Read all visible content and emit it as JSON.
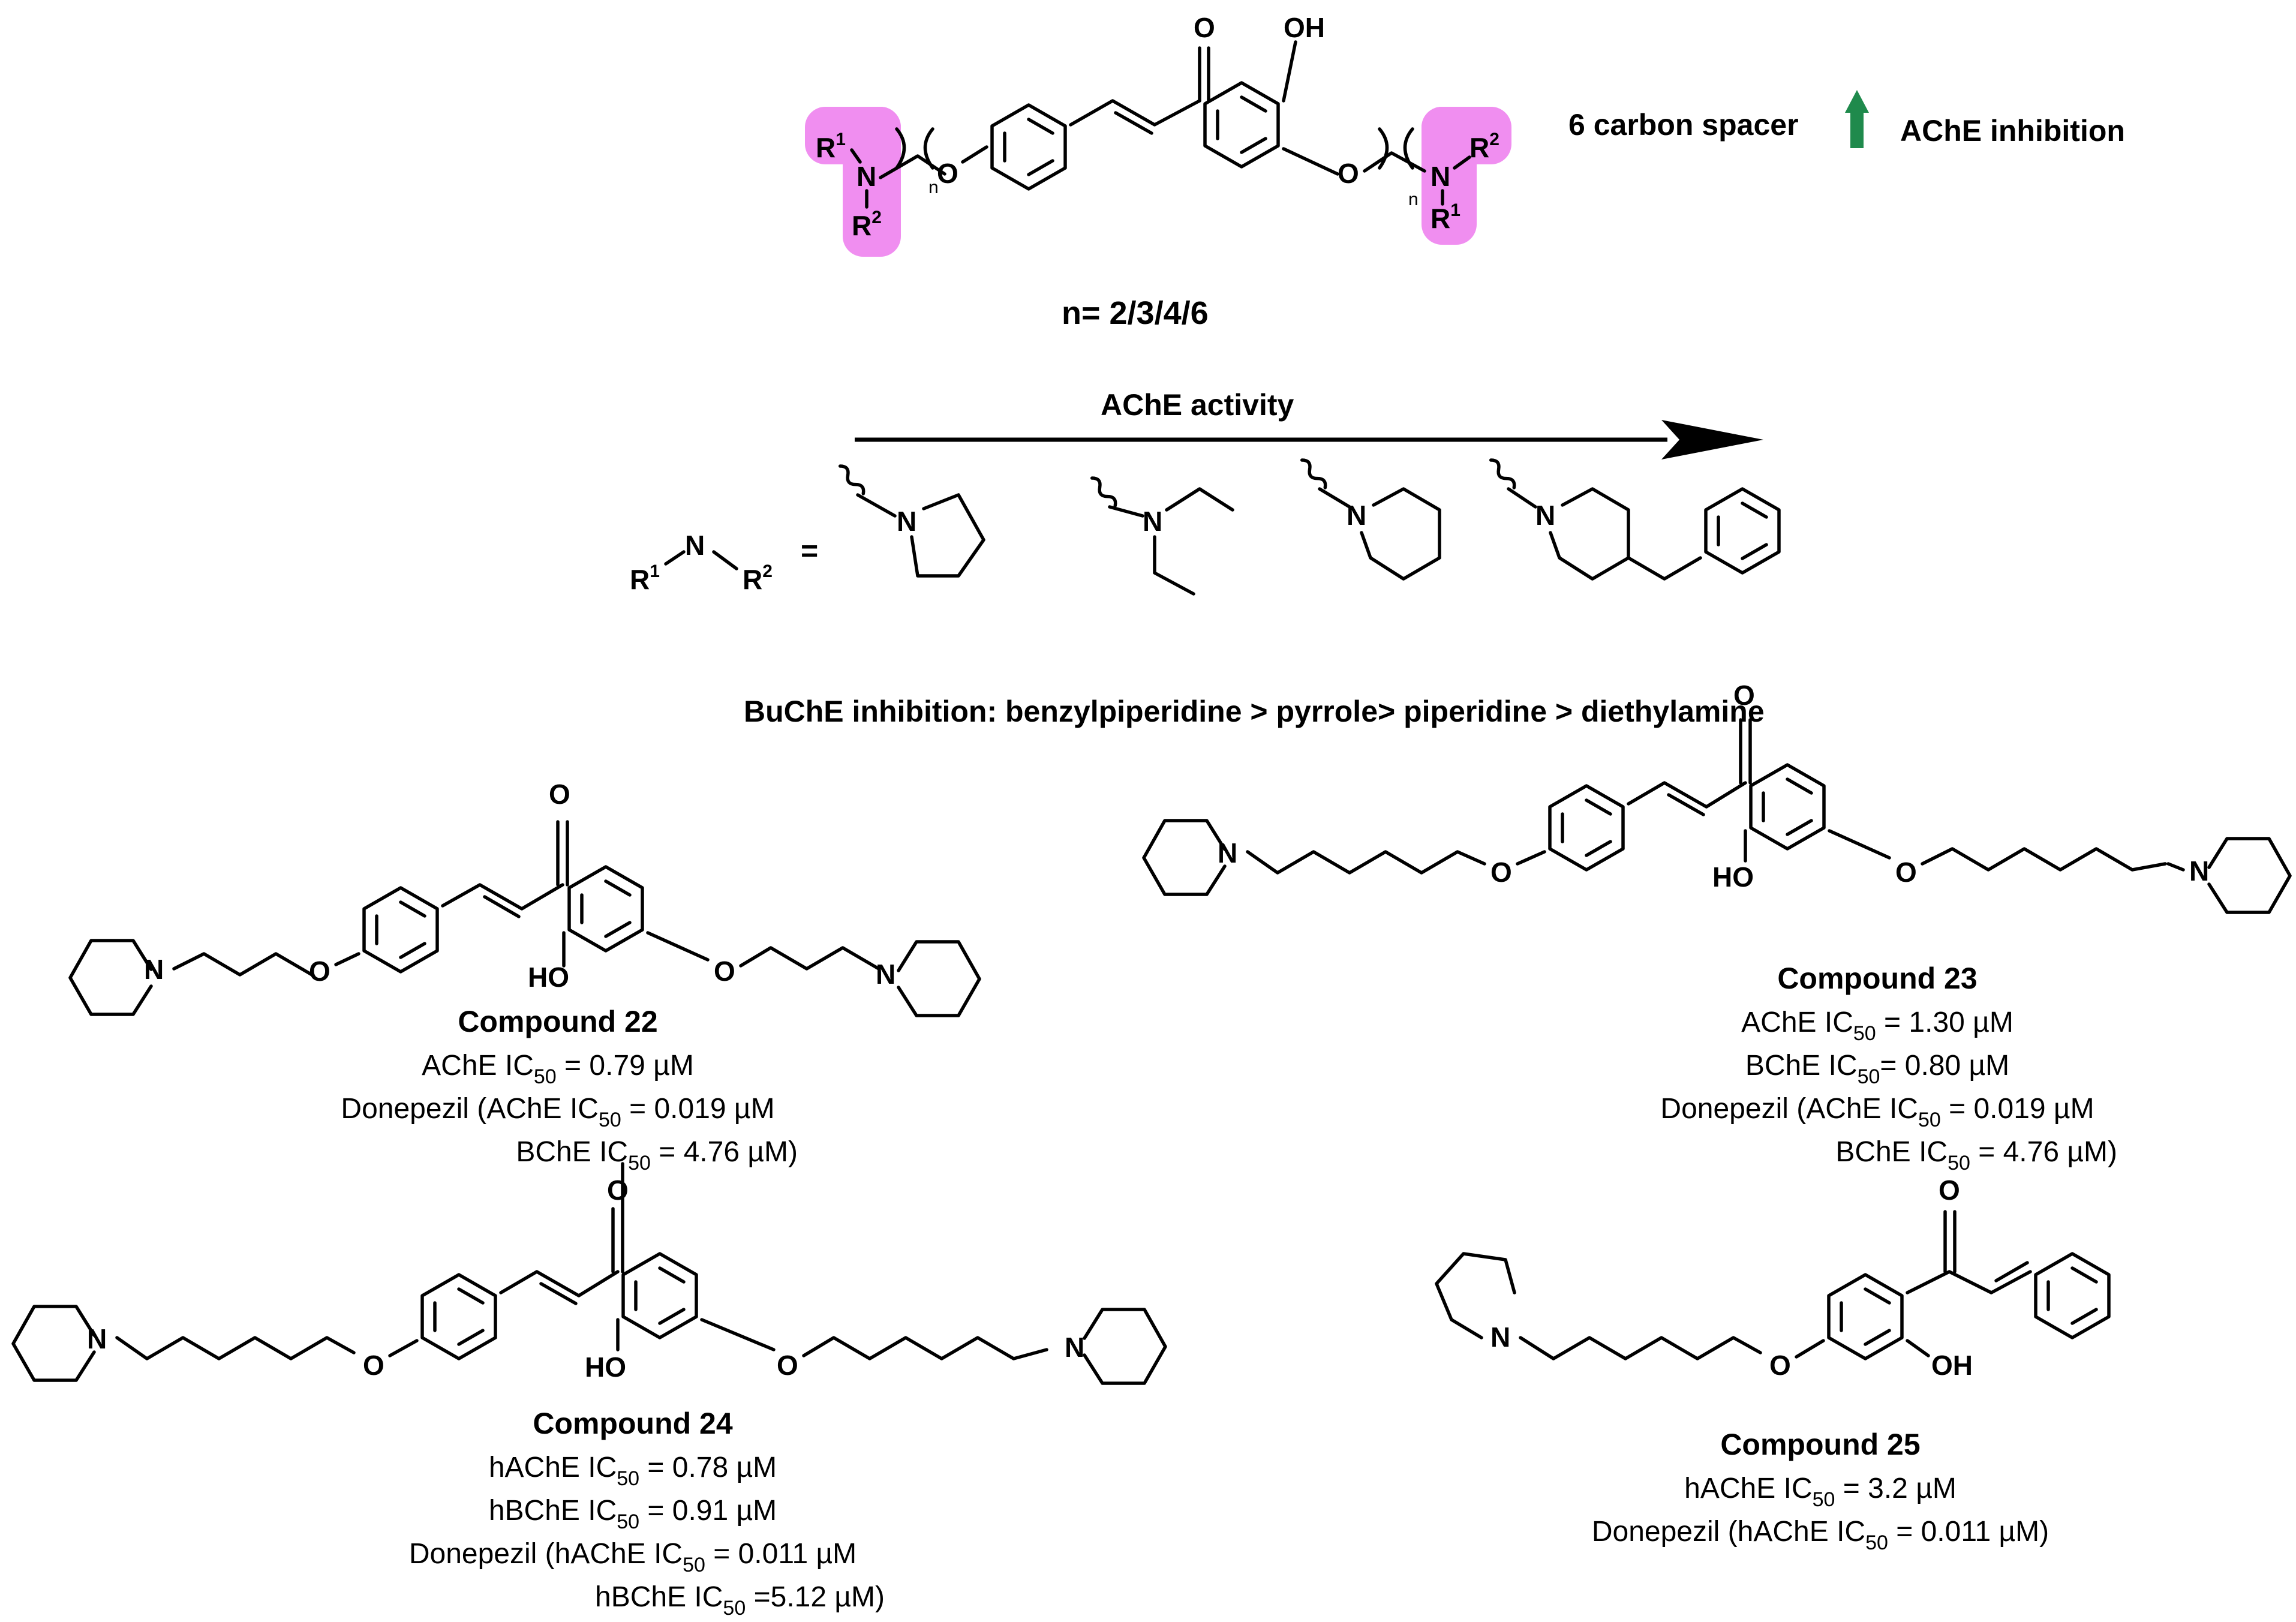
{
  "header": {
    "n_values": "n= 2/3/4/6",
    "spacer_note": "6 carbon spacer",
    "ache_inhibition": "AChE inhibition",
    "arrow_color": "#1f8a4c",
    "highlight_color": "#f08ef0"
  },
  "generic": {
    "r1": "R",
    "r1_sup": "1",
    "r2": "R",
    "r2_sup": "2",
    "n": "N",
    "o": "O",
    "oh": "OH",
    "ho": "HO",
    "sub_n": "n",
    "equals": "="
  },
  "sar": {
    "ache_activity": "AChE activity",
    "buche_order": "BuChE inhibition: benzylpiperidine > pyrrole> piperidine > diethylamine"
  },
  "compounds": [
    {
      "name": "Compound 22",
      "lines": [
        {
          "pre": "AChE IC",
          "sub": "50",
          "post": " = 0.79 µM"
        },
        {
          "pre": "Donepezil (AChE IC",
          "sub": "50",
          "post": " = 0.019 µM"
        },
        {
          "pre": "BChE IC",
          "sub": "50",
          "post": " = 4.76 µM)"
        }
      ]
    },
    {
      "name": "Compound 23",
      "lines": [
        {
          "pre": "AChE IC",
          "sub": "50",
          "post": " = 1.30 µM"
        },
        {
          "pre": "BChE IC",
          "sub": "50",
          "post": "= 0.80 µM"
        },
        {
          "pre": "Donepezil (AChE IC",
          "sub": "50",
          "post": " = 0.019 µM"
        },
        {
          "pre": "BChE IC",
          "sub": "50",
          "post": " = 4.76 µM)"
        }
      ]
    },
    {
      "name": "Compound 24",
      "lines": [
        {
          "pre": "hAChE IC",
          "sub": "50",
          "post": " = 0.78 µM"
        },
        {
          "pre": "hBChE IC",
          "sub": "50",
          "post": " = 0.91 µM"
        },
        {
          "pre": "Donepezil (hAChE IC",
          "sub": "50",
          "post": " = 0.011 µM"
        },
        {
          "pre": "hBChE IC",
          "sub": "50",
          "post": " =5.12 µM)"
        }
      ]
    },
    {
      "name": "Compound 25",
      "lines": [
        {
          "pre": "hAChE IC",
          "sub": "50",
          "post": " = 3.2 µM"
        },
        {
          "pre": "Donepezil (hAChE IC",
          "sub": "50",
          "post": " = 0.011 µM)"
        }
      ]
    }
  ]
}
